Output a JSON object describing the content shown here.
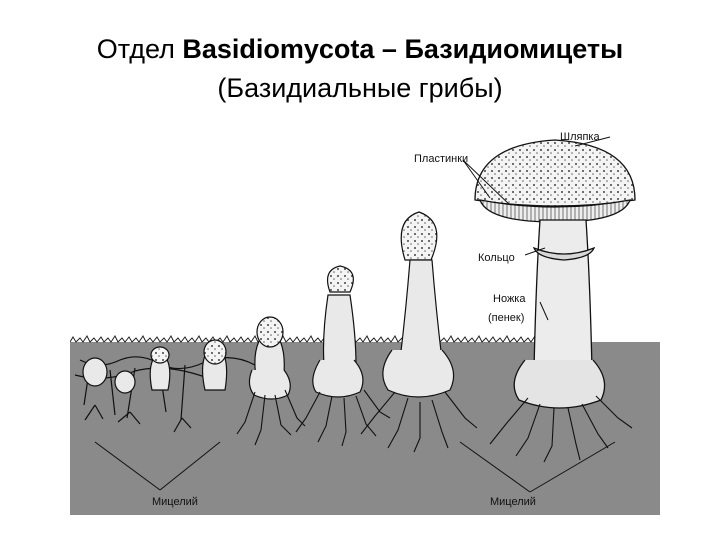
{
  "slide": {
    "title_line1_prefix": "Отдел ",
    "title_line1_bold": "Basidiomycota – Базидиомицеты",
    "title_line2": "(Базидиальные грибы)"
  },
  "diagram": {
    "labels": {
      "cap": "Шляпка",
      "gills": "Пластинки",
      "ring": "Кольцо",
      "stem": "Ножка",
      "stem_alt": "(пенек)",
      "mycelium_left": "Мицелий",
      "mycelium_right": "Мицелий"
    },
    "colors": {
      "soil": "#8a8a8a",
      "ink": "#111111",
      "background": "#ffffff"
    }
  }
}
